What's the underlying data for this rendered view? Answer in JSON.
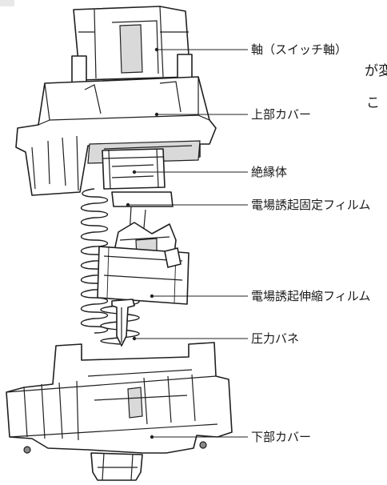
{
  "labels": {
    "stem": "軸（スイッチ軸）",
    "top_cover": "上部カバー",
    "insulator": "絶縁体",
    "fixed_film": "電場誘起固定フィルム",
    "stretch_film": "電場誘起伸縮フィルム",
    "spring": "圧力バネ",
    "bottom_cover": "下部カバー"
  },
  "cropped_text": {
    "line1": "が変",
    "line2": "こ"
  }
}
